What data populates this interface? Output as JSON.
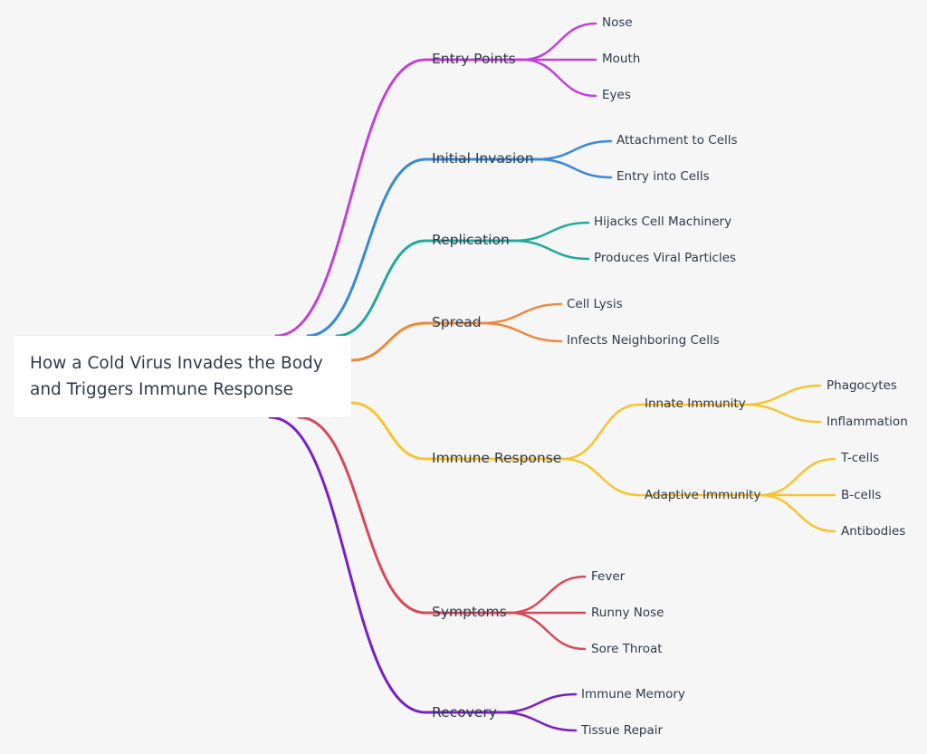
{
  "root": {
    "lines": [
      "How a Cold Virus Invades the Body",
      "and Triggers Immune Response"
    ]
  },
  "branches": [
    {
      "label": "Entry Points",
      "color": "#c043d6",
      "children": [
        {
          "label": "Nose"
        },
        {
          "label": "Mouth"
        },
        {
          "label": "Eyes"
        }
      ]
    },
    {
      "label": "Initial Invasion",
      "color": "#3a8ad6",
      "children": [
        {
          "label": "Attachment to Cells"
        },
        {
          "label": "Entry into Cells"
        }
      ]
    },
    {
      "label": "Replication",
      "color": "#23a99b",
      "children": [
        {
          "label": "Hijacks Cell Machinery"
        },
        {
          "label": "Produces Viral Particles"
        }
      ]
    },
    {
      "label": "Spread",
      "color": "#ea8a40",
      "children": [
        {
          "label": "Cell Lysis"
        },
        {
          "label": "Infects Neighboring Cells"
        }
      ]
    },
    {
      "label": "Immune Response",
      "color": "#f6c431",
      "children": [
        {
          "label": "Innate Immunity",
          "children": [
            {
              "label": "Phagocytes"
            },
            {
              "label": "Inflammation"
            }
          ]
        },
        {
          "label": "Adaptive Immunity",
          "children": [
            {
              "label": "T-cells"
            },
            {
              "label": "B-cells"
            },
            {
              "label": "Antibodies"
            }
          ]
        }
      ]
    },
    {
      "label": "Symptoms",
      "color": "#d64a5c",
      "children": [
        {
          "label": "Fever"
        },
        {
          "label": "Runny Nose"
        },
        {
          "label": "Sore Throat"
        }
      ]
    },
    {
      "label": "Recovery",
      "color": "#7a1fc6",
      "children": [
        {
          "label": "Immune Memory"
        },
        {
          "label": "Tissue Repair"
        }
      ]
    }
  ]
}
